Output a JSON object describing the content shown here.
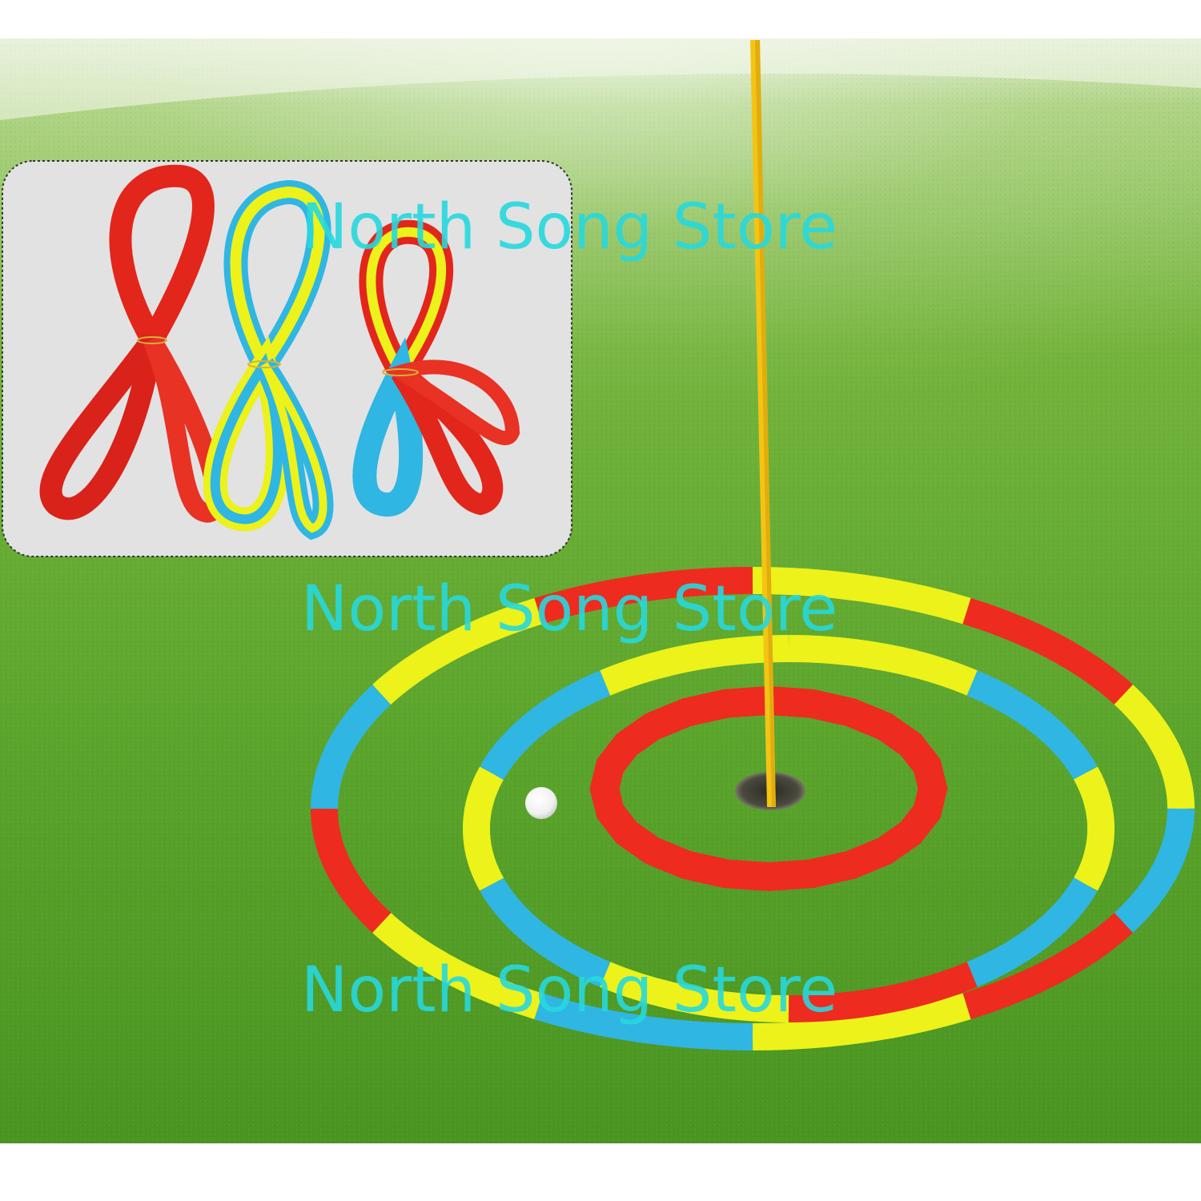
{
  "image": {
    "subject": "golf putting green with segmented concentric target rings around a hole, flagstick, ball, and inset photo of folded ring bands",
    "colors": {
      "grass_light": "#8fbe4e",
      "grass_dark": "#4f9b24",
      "ring_red": "#ee2b1f",
      "ring_yellow": "#ecf21a",
      "ring_blue": "#2fb6e3",
      "flagstick": "#f4c414",
      "inset_bg": "#e2e2e2"
    }
  },
  "watermarks": [
    "North Song Store",
    "North Song Store",
    "North Song Store"
  ]
}
